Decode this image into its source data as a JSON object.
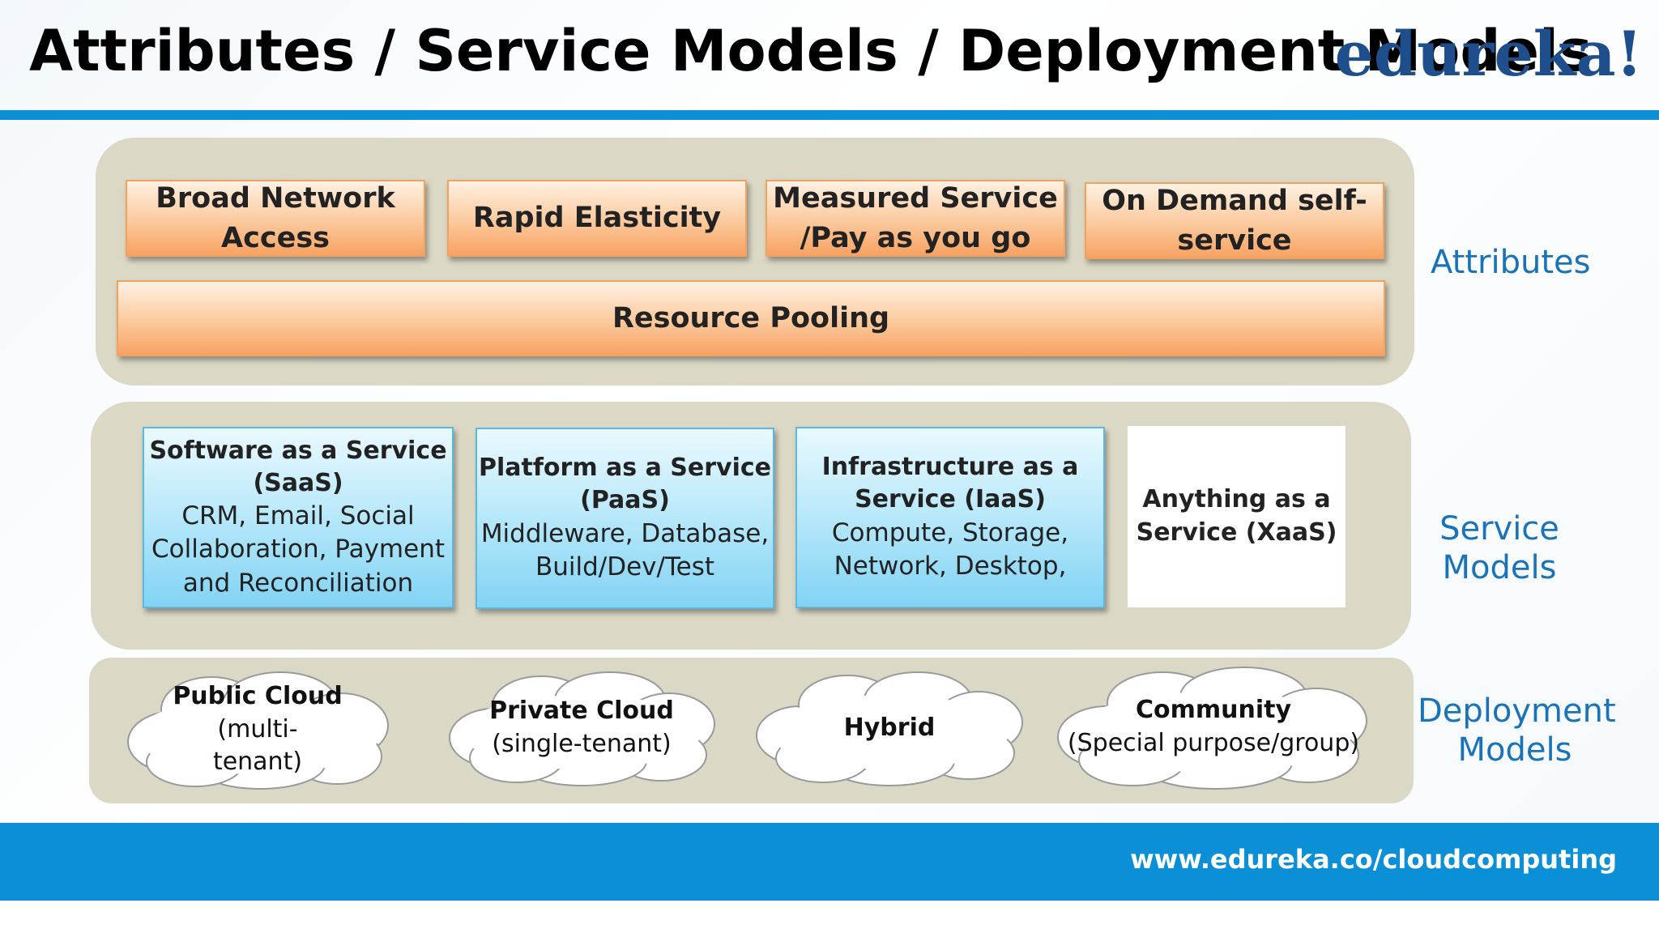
{
  "header": {
    "title": "Attributes / Service Models / Deployment Models",
    "logo": "edureka!"
  },
  "attributes": {
    "boxes": [
      {
        "line1": "Broad Network",
        "line2": "Access"
      },
      {
        "line1": "Rapid Elasticity",
        "line2": ""
      },
      {
        "line1": "Measured Service",
        "line2": "/Pay as you go"
      },
      {
        "line1": "On Demand self-",
        "line2": "service"
      }
    ],
    "pooling": "Resource Pooling",
    "side_label": "Attributes"
  },
  "service_models": {
    "boxes": [
      {
        "h1": "Software as a Service",
        "h2": "(SaaS)",
        "d1": "CRM, Email, Social",
        "d2": "Collaboration, Payment",
        "d3": "and Reconciliation"
      },
      {
        "h1": "Platform as a Service",
        "h2": "(PaaS)",
        "d1": "Middleware, Database,",
        "d2": "Build/Dev/Test"
      },
      {
        "h1": "Infrastructure as a",
        "h2": "Service (IaaS)",
        "d1": "Compute, Storage,",
        "d2": "Network, Desktop,"
      }
    ],
    "xaas": {
      "line1": "Anything as a",
      "line2": "Service (XaaS)"
    },
    "side_label_1": "Service",
    "side_label_2": "Models"
  },
  "deployment_models": {
    "clouds": [
      {
        "h": "Public Cloud",
        "d1": "(multi-",
        "d2": "tenant)"
      },
      {
        "h": "Private Cloud",
        "d1": "(single-tenant)"
      },
      {
        "h": "Hybrid"
      },
      {
        "h": "Community",
        "d1": "(Special purpose/group)"
      }
    ],
    "side_label_1": "Deployment",
    "side_label_2": "Models"
  },
  "footer": {
    "url": "www.edureka.co/cloudcomputing"
  },
  "colors": {
    "accent_blue": "#0b8fd6",
    "logo_blue": "#1f4e8c",
    "label_blue": "#1a73b8",
    "panel": "#dcd8c6",
    "attr_orange": "#f7a263",
    "service_cyan": "#82d3f4"
  }
}
